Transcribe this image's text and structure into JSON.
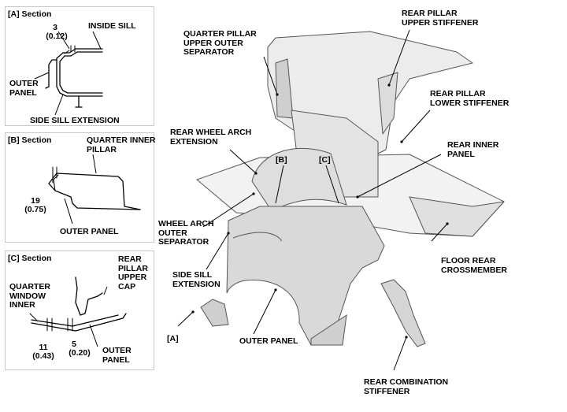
{
  "sections": {
    "a": {
      "title": "[A] Section",
      "dim_value": "3",
      "dim_inch": "(0.12)",
      "inside_sill": "INSIDE SILL",
      "outer_panel": "OUTER\nPANEL",
      "side_sill_ext": "SIDE SILL EXTENSION"
    },
    "b": {
      "title": "[B] Section",
      "quarter_inner_pillar": "QUARTER INNER\nPILLAR",
      "dim_value": "19",
      "dim_inch": "(0.75)",
      "outer_panel": "OUTER PANEL"
    },
    "c": {
      "title": "[C] Section",
      "rear_pillar_upper_cap": "REAR\nPILLAR\nUPPER\nCAP",
      "quarter_window_inner": "QUARTER\nWINDOW\nINNER",
      "dim1_value": "11",
      "dim1_inch": "(0.43)",
      "dim2_value": "5",
      "dim2_inch": "(0.20)",
      "outer_panel": "OUTER\nPANEL"
    }
  },
  "callouts": {
    "quarter_pillar_upper_outer_separator": "QUARTER PILLAR\nUPPER OUTER\nSEPARATOR",
    "rear_pillar_upper_stiffener": "REAR PILLAR\nUPPER STIFFENER",
    "rear_pillar_lower_stiffener": "REAR PILLAR\nLOWER STIFFENER",
    "rear_wheel_arch_extension": "REAR WHEEL ARCH\nEXTENSION",
    "rear_inner_panel": "REAR INNER\nPANEL",
    "marker_b": "[B]",
    "marker_c": "[C]",
    "wheel_arch_outer_separator": "WHEEL ARCH\nOUTER\nSEPARATOR",
    "side_sill_extension": "SIDE SILL\nEXTENSION",
    "floor_rear_crossmember": "FLOOR REAR\nCROSSMEMBER",
    "marker_a": "[A]",
    "outer_panel": "OUTER PANEL",
    "rear_combination_stiffener": "REAR COMBINATION\nSTIFFENER"
  },
  "colors": {
    "line": "#000000",
    "panel_fill": "#d9d9d9",
    "body_fill": "#eeeeee",
    "box_border": "#c8c8c8"
  }
}
